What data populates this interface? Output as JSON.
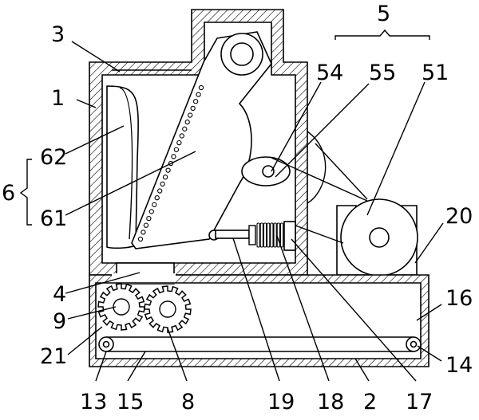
{
  "figure": {
    "labels": {
      "l3": "3",
      "l5": "5",
      "l1": "1",
      "l54": "54",
      "l55": "55",
      "l51": "51",
      "l62": "62",
      "l6": "6",
      "l61": "61",
      "l20": "20",
      "l4": "4",
      "l16": "16",
      "l9": "9",
      "l21": "21",
      "l14": "14",
      "l13": "13",
      "l15": "15",
      "l8": "8",
      "l19": "19",
      "l18": "18",
      "l2": "2",
      "l17": "17"
    }
  }
}
